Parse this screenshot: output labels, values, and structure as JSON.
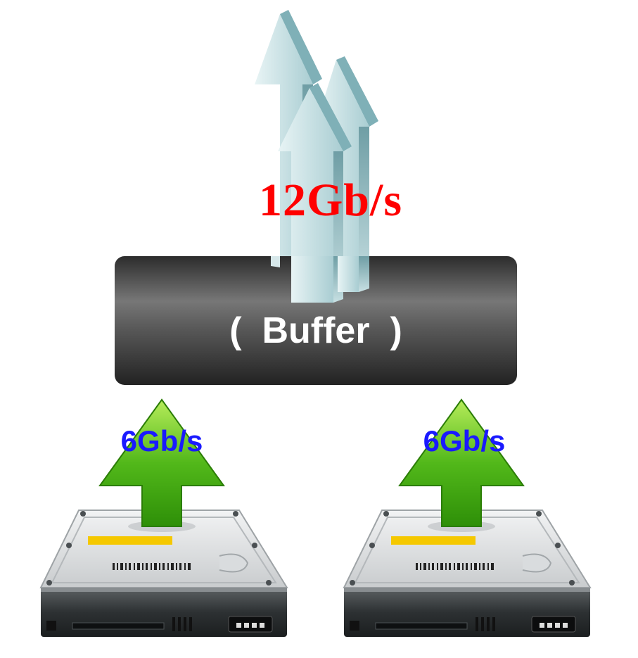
{
  "diagram": {
    "output_rate": "12Gb/s",
    "buffer_label": "(  Buffer  )",
    "inputs": [
      {
        "rate": "6Gb/s"
      },
      {
        "rate": "6Gb/s"
      }
    ]
  },
  "colors": {
    "output_rate_text": "#ff0000",
    "input_rate_text": "#1a1aff",
    "buffer_dark": "#2b2b2b",
    "buffer_mid": "#6e6e6e",
    "arrow_green": "#3fa70f",
    "arrow_teal": "#9fc7cc",
    "drive_label_yellow": "#f5c800"
  }
}
